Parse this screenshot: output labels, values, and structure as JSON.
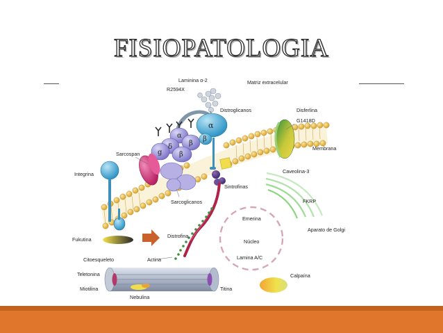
{
  "title": "FISIOPATOLOGIA",
  "labels": {
    "laminina": "Laminina α-2",
    "r2594x": "R2594X",
    "matriz": "Matriz extracelular",
    "distroglicanos": "Distroglicanos",
    "disferlina": "Disferlina",
    "g1418d": "G1418D",
    "sarcospan": "Sarcospan",
    "membrana": "Membrana",
    "integrina": "Integrina",
    "caveolina": "Caveolina-3",
    "sintrofinas": "Sintrofinas",
    "sarcoglicanos": "Sarcoglicanos",
    "fkrp": "FKRP",
    "emerina": "Emerina",
    "fukutina": "Fukutina",
    "aparato": "Aparato de Golgi",
    "distrofina": "Distrofina",
    "nucleo": "Núcleo",
    "lamina": "Lamina A/C",
    "citoesqueleto": "Citoesqueleto",
    "actina": "Actina",
    "teletonina": "Teletonina",
    "calpaina": "Calpaína",
    "miotilina": "Miotilina",
    "titina": "Titina",
    "nebulina": "Nebulina"
  },
  "subunits": {
    "alpha_dg": "α",
    "beta_dg": "β",
    "alpha_sg": "α",
    "beta_sg": "β",
    "delta_sg": "δ",
    "gamma_sg": "g"
  },
  "colors": {
    "arrow": "#c8612a",
    "bar_dark": "#c3621c",
    "bar_light": "#e0762b",
    "distroglicano": "#5cb3d8",
    "sarcoglicano": "#9b94d8",
    "sarcospan": "#d0327e",
    "dystrophin": "#b0224a",
    "membrane_head": "#e3b43a",
    "fkrp": "#7dcf72"
  }
}
